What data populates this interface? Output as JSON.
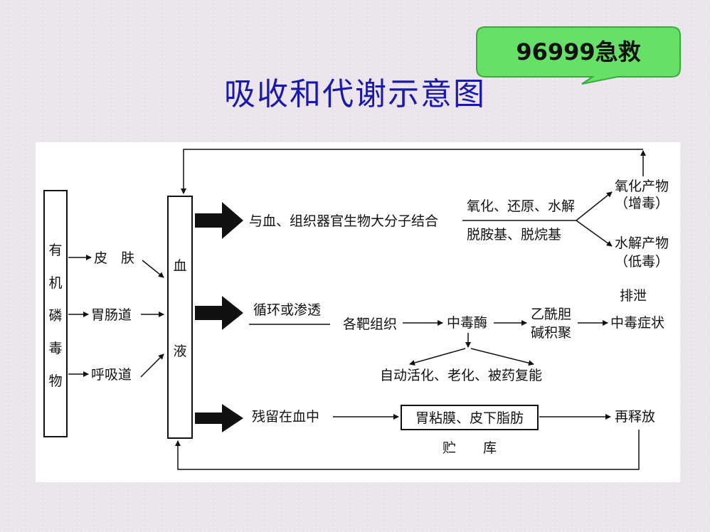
{
  "title": "吸收和代谢示意图",
  "badge": "96999急救",
  "diagram": {
    "source_box": [
      "有",
      "机",
      "磷",
      "毒",
      "物"
    ],
    "routes": [
      "皮　肤",
      "胃肠道",
      "呼吸道"
    ],
    "blood_box": [
      "血",
      "液"
    ],
    "row1": {
      "binding": "与血、组织器官生物大分子结合",
      "reaction_top": "氧化、还原、水解",
      "reaction_bottom": "脱胺基、脱烷基",
      "product1": "氧化产物",
      "product1_note": "（增毒）",
      "product2": "水解产物",
      "product2_note": "（低毒）",
      "excretion": "排泄"
    },
    "row2": {
      "circulation": "循环或渗透",
      "target": "各靶组织",
      "enzyme": "中毒酶",
      "ach_line1": "乙酰胆",
      "ach_line2": "碱积聚",
      "symptoms": "中毒症状",
      "outcomes": "自动活化、老化、被药复能"
    },
    "row3": {
      "residue": "残留在血中",
      "storage_box": "胃粘膜、皮下脂肪",
      "storage_label": "贮　　库",
      "release": "再释放"
    }
  }
}
